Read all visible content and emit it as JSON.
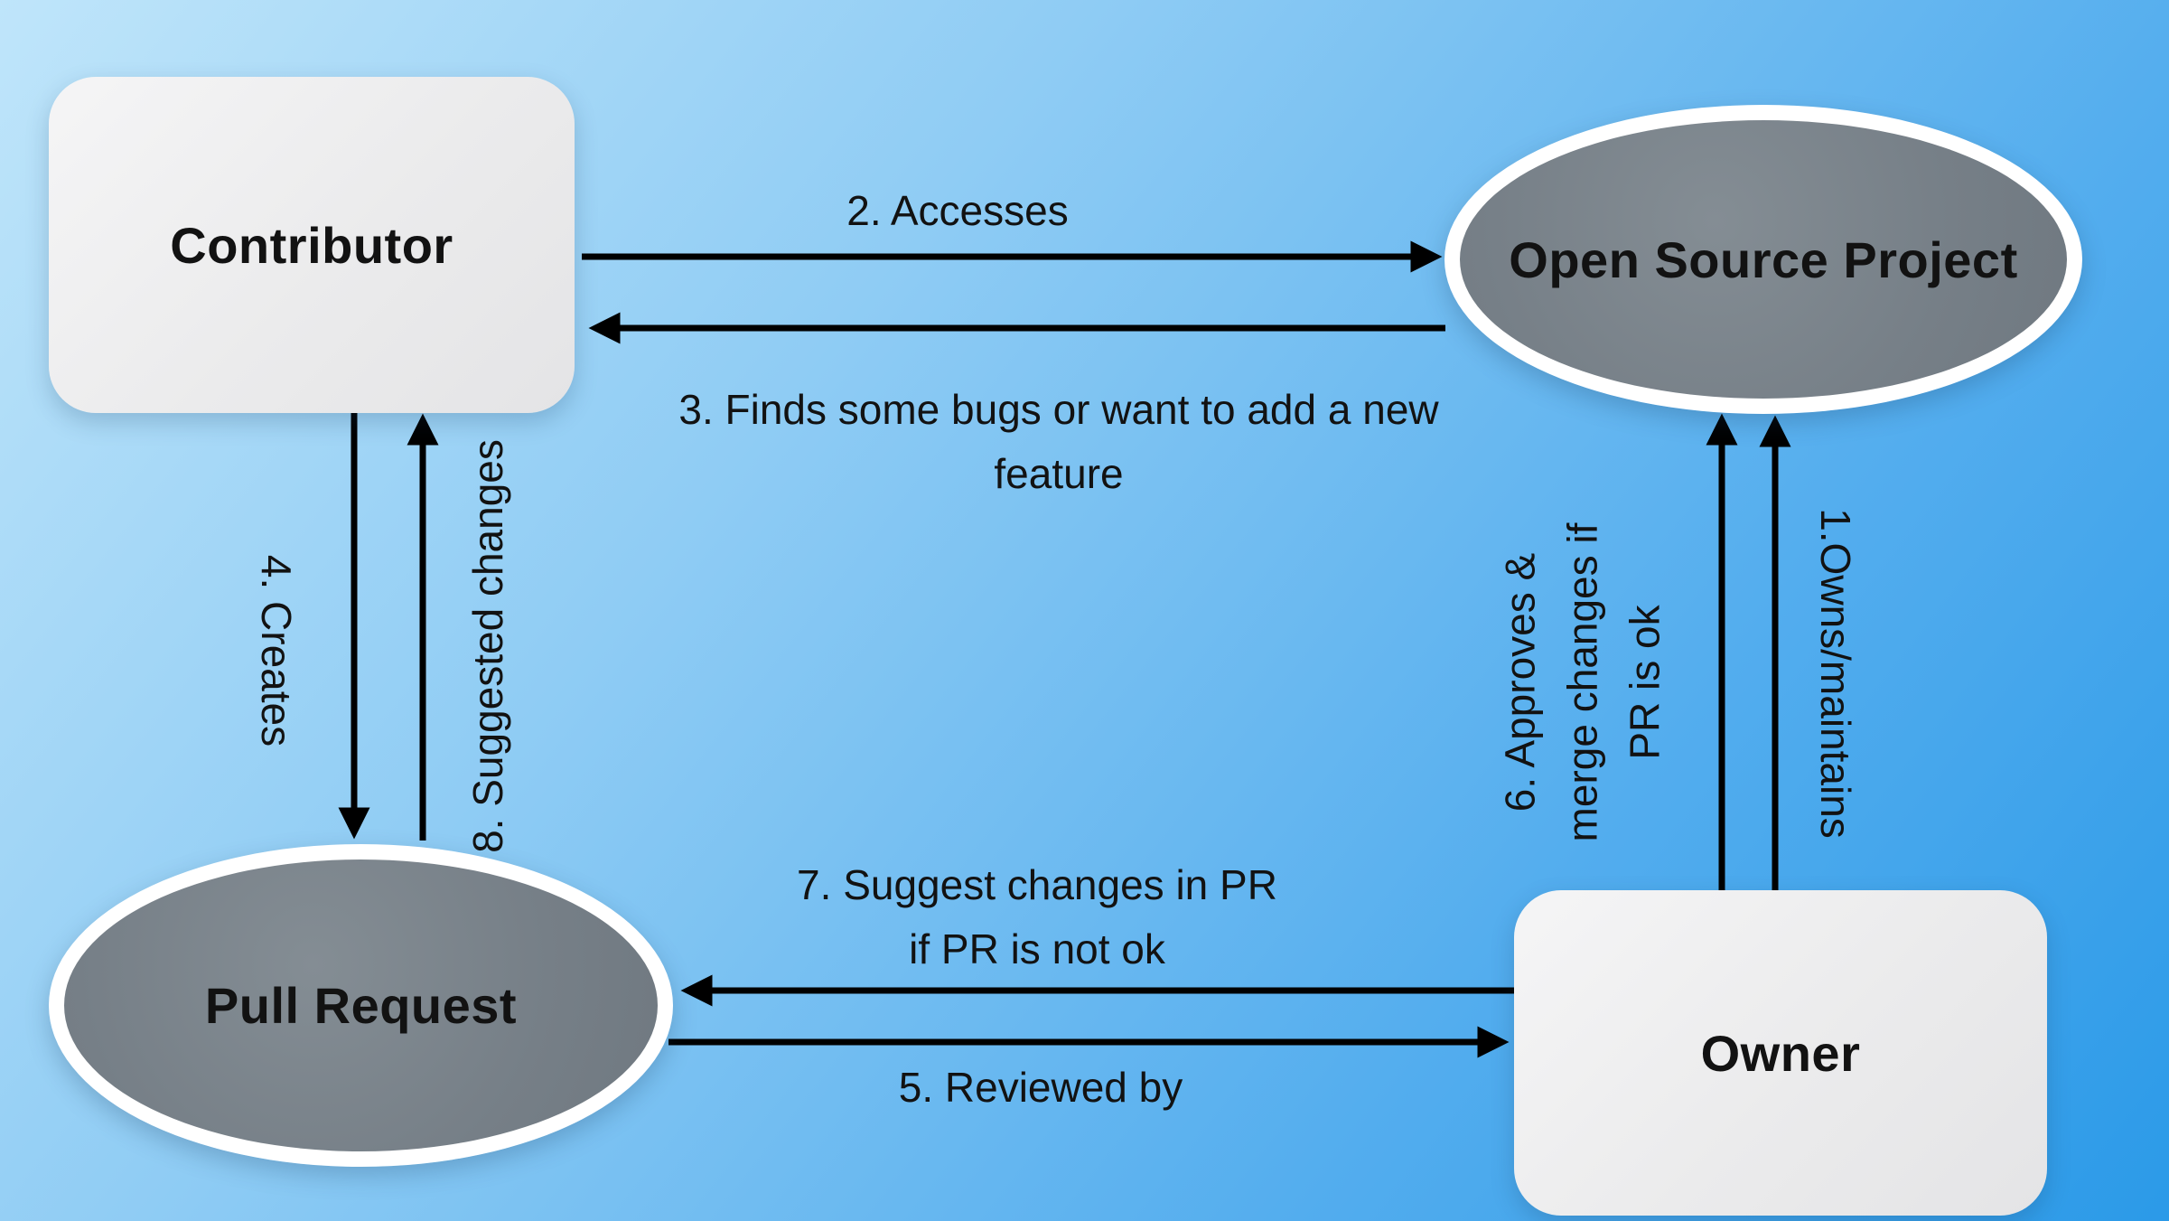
{
  "diagram": {
    "description": "Open source contribution workflow diagram",
    "colors": {
      "background_top_left": "#bfe5fa",
      "background_bottom_right": "#2b9ae8",
      "node_rect_fill": "#ededee",
      "node_ellipse_fill": "#767f87",
      "node_ellipse_border": "#ffffff",
      "arrow_color": "#000000",
      "text_color": "#121212"
    },
    "nodes": {
      "contributor": {
        "label": "Contributor",
        "shape": "rounded-rect"
      },
      "open_source_project": {
        "label": "Open Source Project",
        "shape": "ellipse"
      },
      "pull_request": {
        "label": "Pull Request",
        "shape": "ellipse"
      },
      "owner": {
        "label": "Owner",
        "shape": "rounded-rect"
      }
    },
    "edges": {
      "owns_maintains": {
        "label": "1.Owns/maintains",
        "from": "owner",
        "to": "open_source_project"
      },
      "accesses": {
        "label": "2. Accesses",
        "from": "contributor",
        "to": "open_source_project"
      },
      "finds_bugs": {
        "label": "3. Finds some bugs or want to add a new feature",
        "lines": [
          "3. Finds some bugs or want to add a new",
          "feature"
        ],
        "from": "open_source_project",
        "to": "contributor"
      },
      "creates": {
        "label": "4. Creates",
        "from": "contributor",
        "to": "pull_request"
      },
      "reviewed_by": {
        "label": "5. Reviewed by",
        "from": "pull_request",
        "to": "owner"
      },
      "approves_merge": {
        "label": "6. Approves & merge changes if PR is ok",
        "lines": [
          "6. Approves &",
          "merge changes if",
          "PR is ok"
        ],
        "from": "owner",
        "to": "open_source_project"
      },
      "suggest_changes_pr": {
        "label": "7. Suggest changes in PR if PR is not ok",
        "lines": [
          "7. Suggest changes in PR",
          "if PR is not ok"
        ],
        "from": "owner",
        "to": "pull_request"
      },
      "suggested_changes": {
        "label": "8. Suggested changes",
        "from": "pull_request",
        "to": "contributor"
      }
    }
  }
}
